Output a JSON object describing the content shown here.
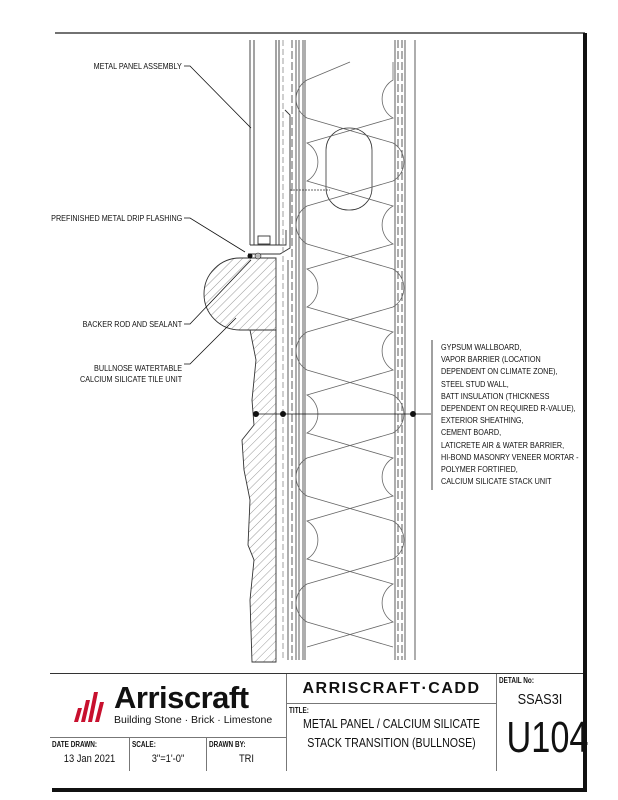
{
  "labels": {
    "metal_panel": "METAL PANEL ASSEMBLY",
    "drip_flashing": "PREFINISHED METAL DRIP FLASHING",
    "backer_rod": "BACKER ROD AND SEALANT",
    "bullnose_1": "BULLNOSE WATERTABLE",
    "bullnose_2": "CALCIUM SILICATE TILE UNIT"
  },
  "wall_assembly_note": [
    "GYPSUM WALLBOARD,",
    "VAPOR BARRIER (LOCATION",
    "DEPENDENT ON CLIMATE ZONE),",
    "STEEL STUD WALL,",
    "BATT INSULATION (THICKNESS",
    "DEPENDENT ON REQUIRED R-VALUE),",
    "EXTERIOR SHEATHING,",
    "CEMENT BOARD,",
    "LATICRETE AIR & WATER BARRIER,",
    "HI-BOND MASONRY VENEER MORTAR -",
    "POLYMER FORTIFIED,",
    "CALCIUM SILICATE STACK UNIT"
  ],
  "title_block": {
    "brand": "Arriscraft",
    "tagline": "Building Stone · Brick · Limestone",
    "cadd": "ARRISCRAFT·CADD",
    "title_label": "TITLE:",
    "title_line1": "METAL PANEL / CALCIUM SILICATE",
    "title_line2": "STACK TRANSITION (BULLNOSE)",
    "detail_label": "DETAIL No:",
    "detail_code": "SSAS3I",
    "detail_number": "U104",
    "date_label": "DATE DRAWN:",
    "date_value": "13 Jan 2021",
    "scale_label": "SCALE:",
    "scale_value": "3\"=1'-0\"",
    "drawn_label": "DRAWN BY:",
    "drawn_value": "TRI"
  },
  "colors": {
    "brand_red": "#c8102e"
  }
}
